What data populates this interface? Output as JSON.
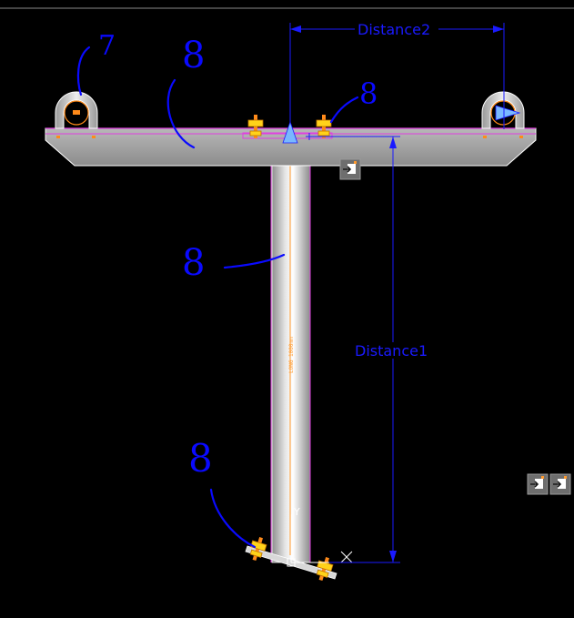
{
  "drawing": {
    "background": "#000000",
    "dimension_color": "#1a1aff",
    "structure_color": "#c8c8c8",
    "magenta_color": "#e040e0",
    "centerline_color": "#ff9a2e",
    "bolt_color": "#ffd21a",
    "grip_color": "#79b8ff",
    "dim_labels": {
      "distance2": "Distance2",
      "distance1": "Distance1"
    },
    "pipe_label": "LONG 1000mm",
    "ucs": {
      "y_label": "Y",
      "x_label": "X"
    },
    "annotations": {
      "mark_top_left": "7",
      "mark_top_mid": "8",
      "mark_right_bolt": "8",
      "mark_pipe": "8",
      "mark_bottom": "8"
    },
    "icons": [
      "block-insert-icon",
      "block-insert-icon",
      "block-insert-icon"
    ]
  }
}
